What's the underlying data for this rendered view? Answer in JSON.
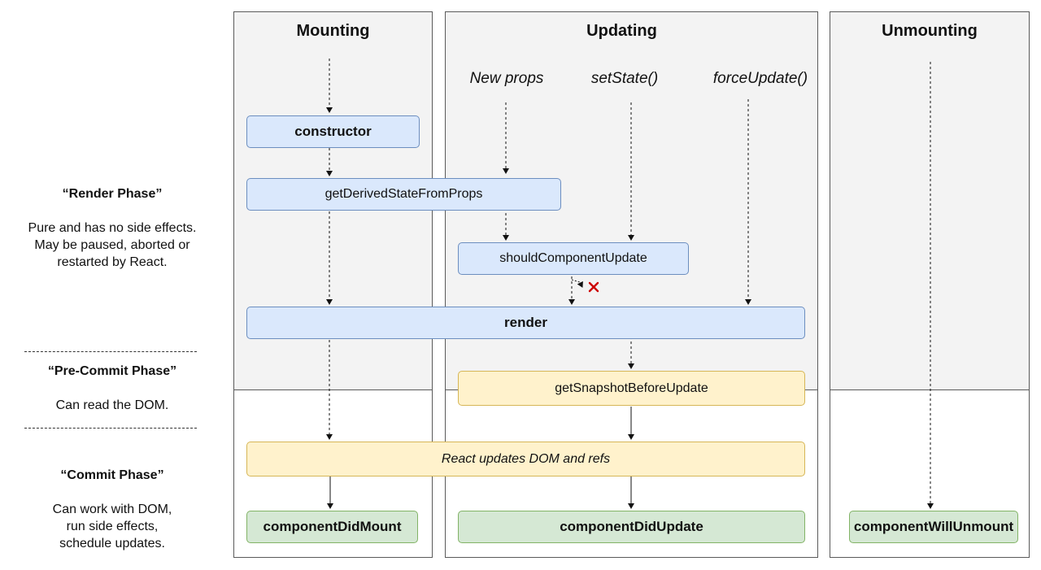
{
  "columns": {
    "mounting": "Mounting",
    "updating": "Updating",
    "unmounting": "Unmounting"
  },
  "triggers": {
    "new_props": "New props",
    "set_state": "setState()",
    "force_update": "forceUpdate()"
  },
  "methods": {
    "constructor": "constructor",
    "get_derived_state": "getDerivedStateFromProps",
    "should_component_update": "shouldComponentUpdate",
    "render": "render",
    "get_snapshot": "getSnapshotBeforeUpdate",
    "react_updates": "React updates DOM and refs",
    "component_did_mount": "componentDidMount",
    "component_did_update": "componentDidUpdate",
    "component_will_unmount": "componentWillUnmount"
  },
  "phases": {
    "render": {
      "title": "“Render Phase”",
      "line1": "Pure and has no side effects.",
      "line2": "May be paused, aborted or",
      "line3": "restarted by React."
    },
    "pre_commit": {
      "title": "“Pre-Commit Phase”",
      "line1": "Can read the DOM."
    },
    "commit": {
      "title": "“Commit Phase”",
      "line1": "Can work with DOM,",
      "line2": "run side effects,",
      "line3": "schedule updates."
    }
  },
  "colors": {
    "blue_fill": "#dae8fc",
    "yellow_fill": "#fff2cc",
    "green_fill": "#d5e8d4",
    "cancel_mark": "#cc0000"
  },
  "icons": {
    "cancel": "close-icon"
  }
}
